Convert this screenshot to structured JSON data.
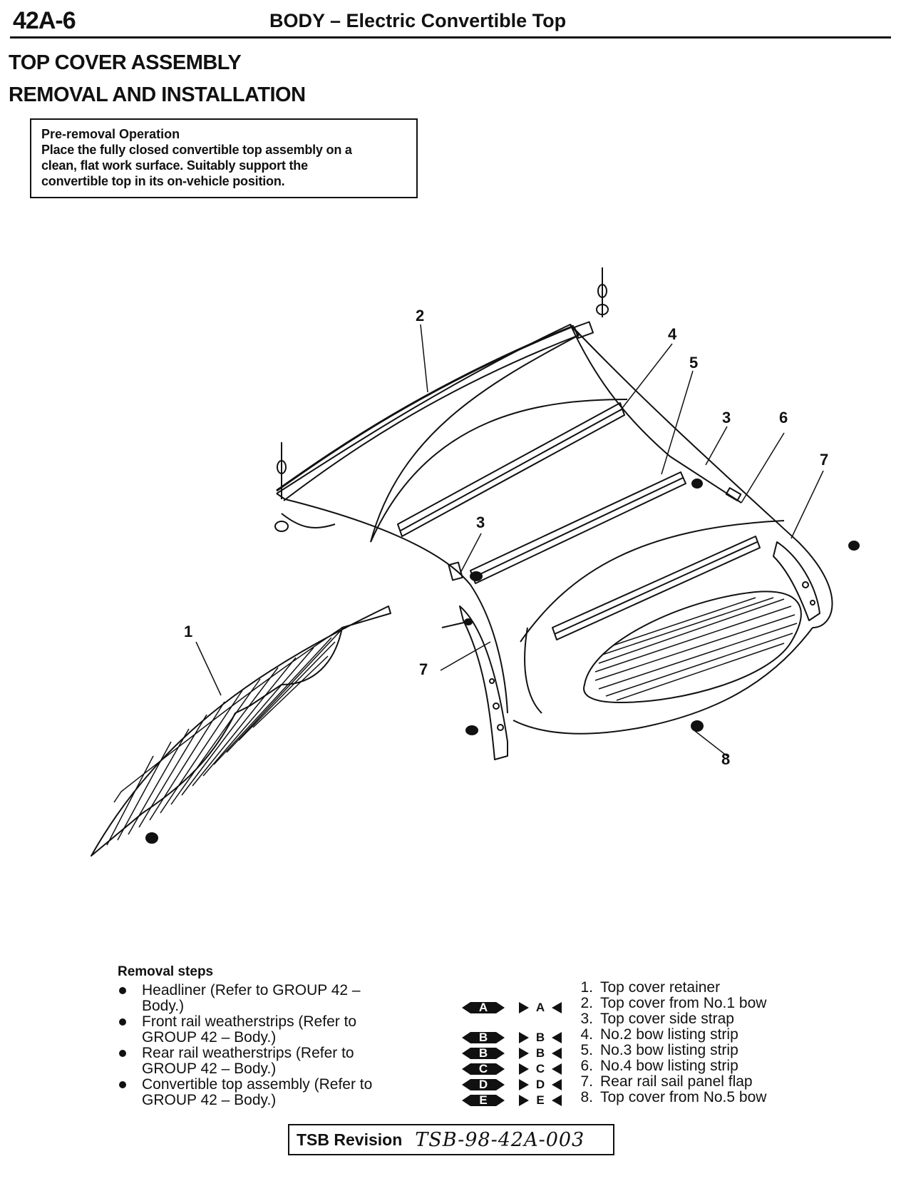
{
  "header": {
    "page_number": "42A-6",
    "title": "BODY – Electric Convertible Top"
  },
  "section": {
    "title_line1": "TOP COVER ASSEMBLY",
    "title_line2": "REMOVAL AND INSTALLATION"
  },
  "pre_removal": {
    "heading": "Pre-removal Operation",
    "line1": "Place the fully closed convertible top assembly on a",
    "line2": "clean, flat work surface. Suitably support the",
    "line3": "convertible top in its on-vehicle position."
  },
  "diagram": {
    "callouts": [
      "1",
      "2",
      "3",
      "3",
      "4",
      "5",
      "6",
      "7",
      "7",
      "8"
    ]
  },
  "removal_steps": {
    "heading": "Removal steps",
    "items": [
      {
        "line1": "Headliner (Refer to GROUP 42 –",
        "line2": "Body.)"
      },
      {
        "line1": "Front rail weatherstrips (Refer to",
        "line2": "GROUP 42 – Body.)"
      },
      {
        "line1": "Rear rail weatherstrips (Refer to",
        "line2": "GROUP 42 – Body.)"
      },
      {
        "line1": "Convertible top assembly (Refer to",
        "line2": "GROUP 42 – Body.)"
      }
    ]
  },
  "symbols": {
    "removal": [
      "A",
      "B",
      "B",
      "C",
      "D",
      "E"
    ],
    "installation": [
      "A",
      "B",
      "B",
      "C",
      "D",
      "E"
    ]
  },
  "parts": [
    {
      "num": "1.",
      "name": "Top cover retainer"
    },
    {
      "num": "2.",
      "name": "Top cover from No.1 bow"
    },
    {
      "num": "3.",
      "name": "Top cover side strap"
    },
    {
      "num": "4.",
      "name": "No.2 bow listing strip"
    },
    {
      "num": "5.",
      "name": "No.3 bow listing strip"
    },
    {
      "num": "6.",
      "name": "No.4 bow listing strip"
    },
    {
      "num": "7.",
      "name": "Rear rail sail panel flap"
    },
    {
      "num": "8.",
      "name": "Top cover from No.5 bow"
    }
  ],
  "tsb": {
    "label": "TSB Revision",
    "value": "TSB-98-42A-003"
  }
}
